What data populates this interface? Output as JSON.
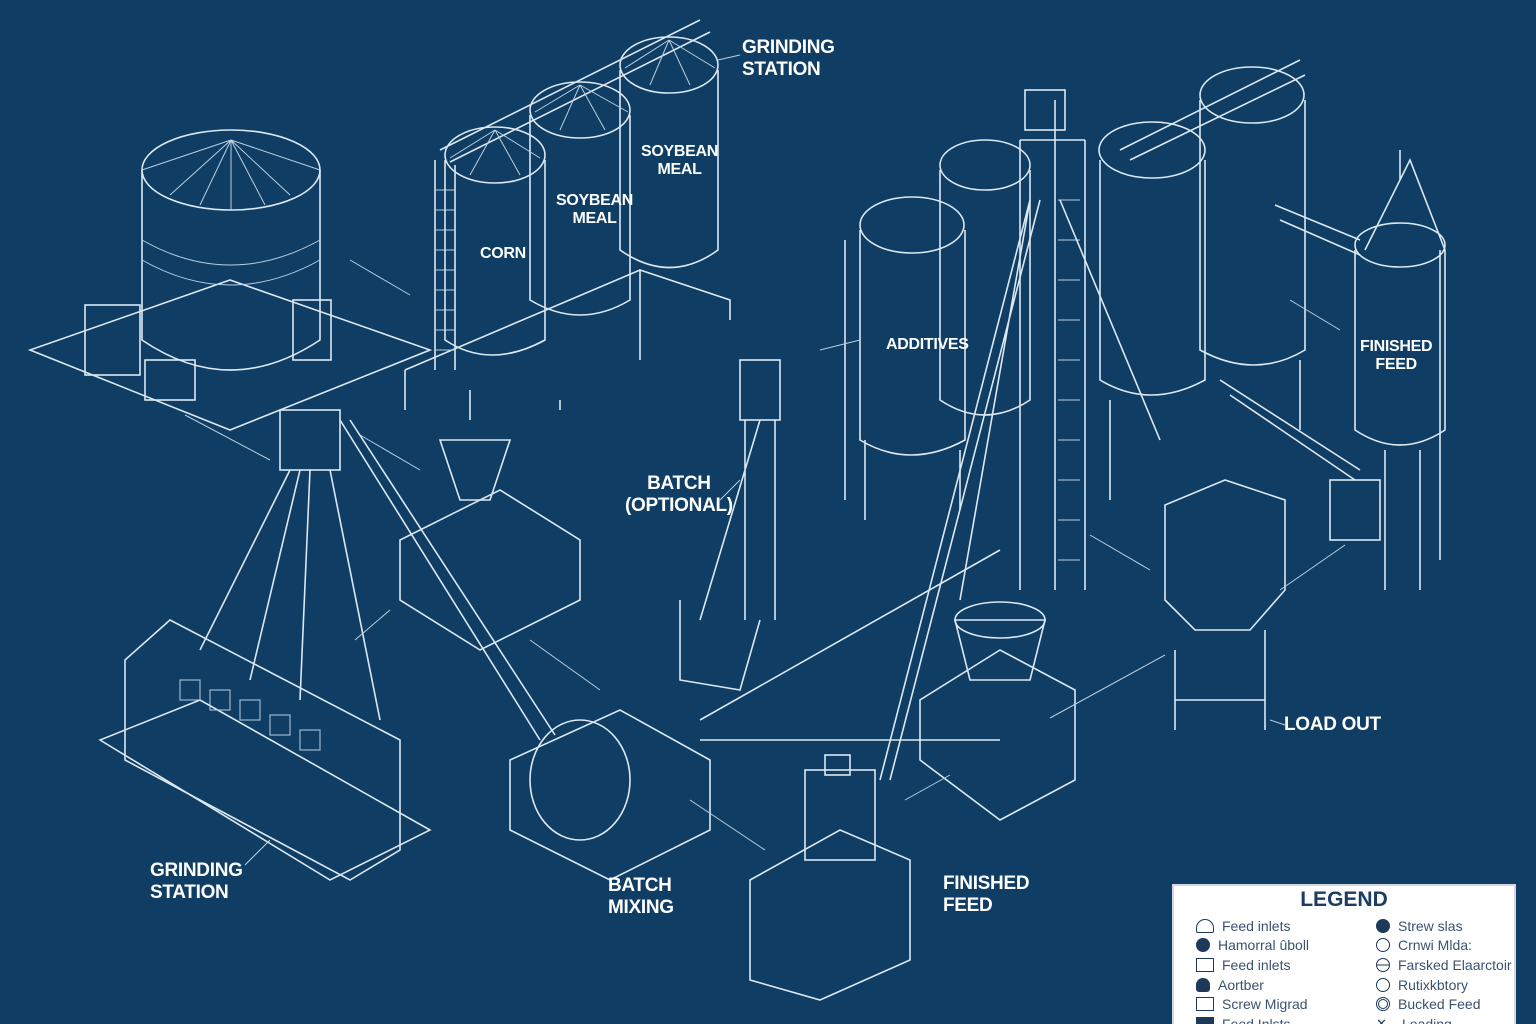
{
  "colors": {
    "background": "#0f3d63",
    "line": "#dce8f2",
    "label": "#ffffff",
    "legend_bg": "#ffffff",
    "legend_text": "#3a5270"
  },
  "labels": {
    "grinding_station_top": "GRINDING\nSTATION",
    "corn": "CORN",
    "soybean_meal_1": "SOYBEAN\nMEAL",
    "soybean_meal_2": "SOYBEAN\nMEAL",
    "additives": "ADDITIVES",
    "finished_feed_silo": "FINISHED\nFEED",
    "batch_optional": "BATCH\n(OPTIONAL)",
    "load_out": "LOAD OUT",
    "grinding_station_bottom": "GRINDING\nSTATION",
    "batch_mixing": "BATCH\nMIXING",
    "finished_feed_bottom": "FINISHED\nFEED"
  },
  "legend": {
    "title": "LEGEND",
    "left": [
      {
        "icon": "dome-outline-icon",
        "label": "Feed inlets"
      },
      {
        "icon": "plus-circle-filled-icon",
        "label": "Hamorral ûboll"
      },
      {
        "icon": "square-outline-icon",
        "label": "Feed inlets"
      },
      {
        "icon": "dome-filled-icon",
        "label": "Aortber"
      },
      {
        "icon": "square-outline-icon",
        "label": "Screw Migrad"
      },
      {
        "icon": "square-filled-icon",
        "label": "Feed Inlsts"
      }
    ],
    "right": [
      {
        "icon": "circle-filled-icon",
        "label": "Strew slas"
      },
      {
        "icon": "circle-line-icon",
        "label": "Crnwi Mlda:"
      },
      {
        "icon": "circle-bar-icon",
        "label": "Farsked Elaarctoir"
      },
      {
        "icon": "circle-cross-icon",
        "label": "Rutixkbtory"
      },
      {
        "icon": "circle-dot-icon",
        "label": "Bucked Feed"
      },
      {
        "icon": "x-mark-icon",
        "label": "Loading"
      }
    ]
  }
}
